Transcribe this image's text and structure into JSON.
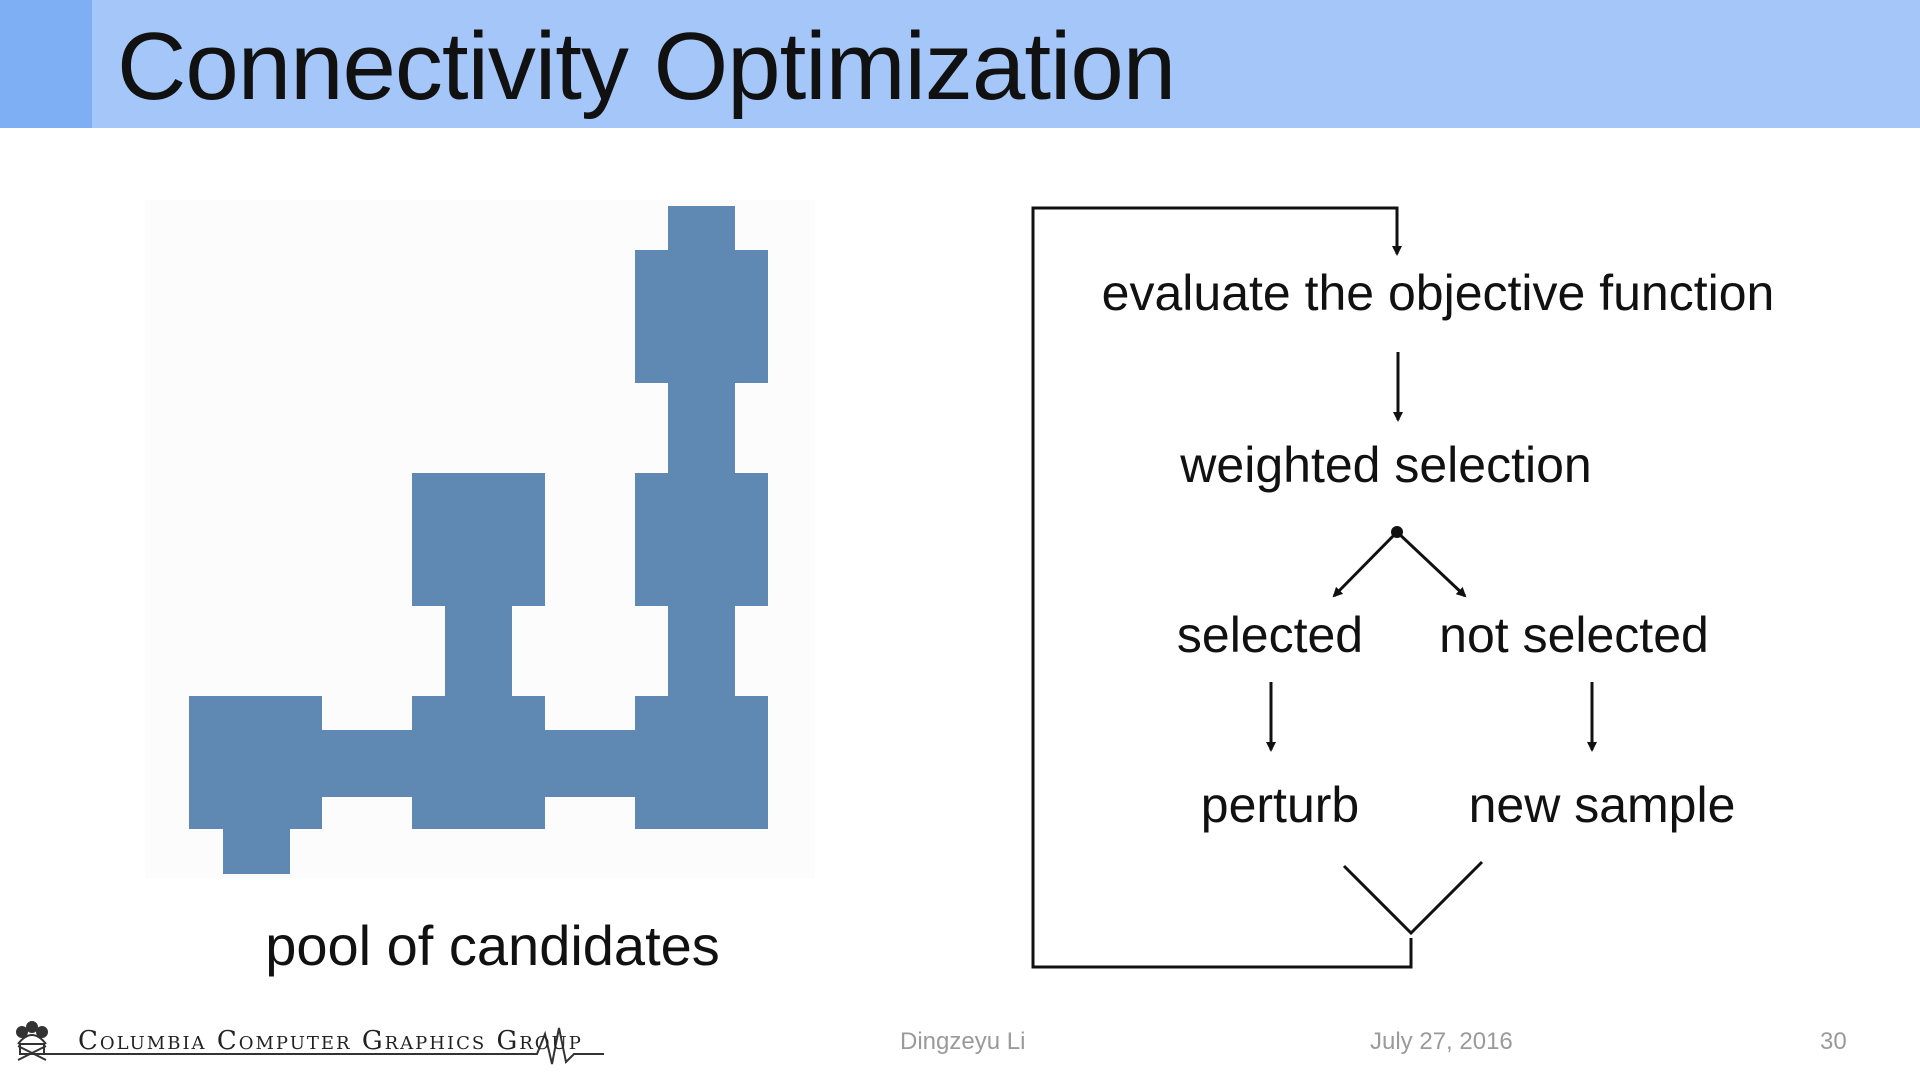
{
  "slide": {
    "title": "Connectivity Optimization",
    "pool_label": "pool of candidates",
    "accent_color": "#a4c6f8",
    "cell_color": "#5f89b3"
  },
  "flowchart": {
    "steps": {
      "evaluate": "evaluate the objective function",
      "weighted": "weighted selection",
      "selected": "selected",
      "not_selected": "not selected",
      "perturb": "perturb",
      "new_sample": "new sample"
    }
  },
  "footer": {
    "group_name": "Columbia Computer Graphics Group",
    "author": "Dingzeyu Li",
    "date": "July 27, 2016",
    "page_number": "30"
  }
}
